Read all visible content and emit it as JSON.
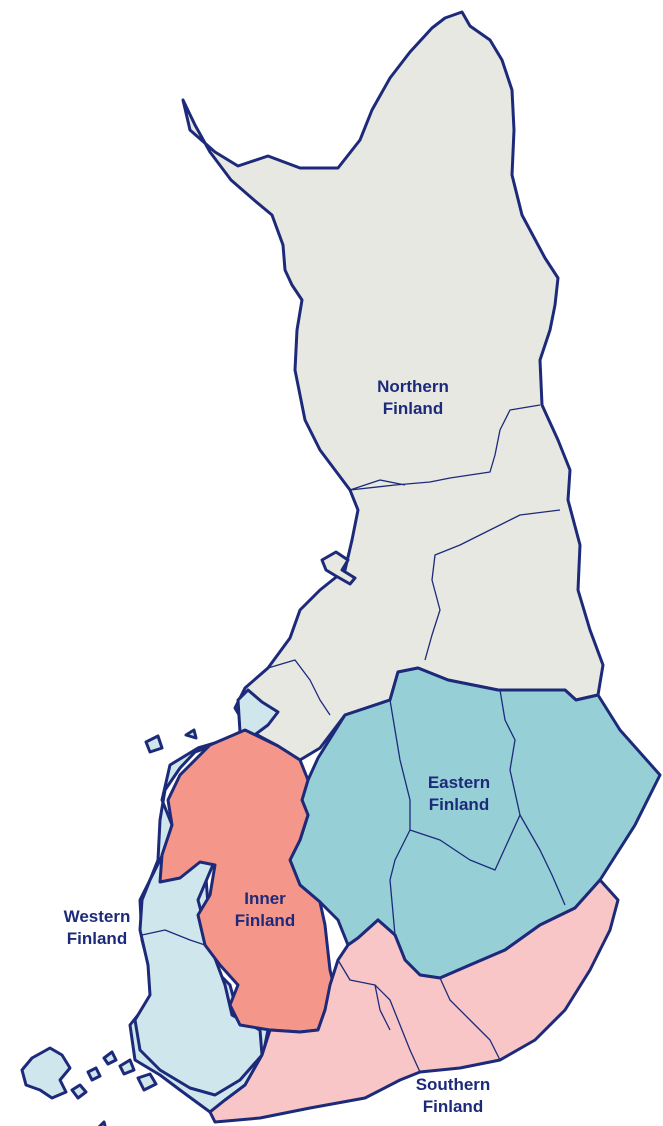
{
  "colors": {
    "outline": "#1d2a7a",
    "northern": "#e8e8e2",
    "eastern": "#96cfd6",
    "western": "#cfe7ec",
    "inner": "#f4978a",
    "southern": "#f8c6c6"
  },
  "regions": [
    {
      "id": "northern",
      "line1": "Northern",
      "line2": "Finland"
    },
    {
      "id": "eastern",
      "line1": "Eastern",
      "line2": "Finland"
    },
    {
      "id": "western",
      "line1": "Western",
      "line2": "Finland"
    },
    {
      "id": "inner",
      "line1": "Inner",
      "line2": "Finland"
    },
    {
      "id": "southern",
      "line1": "Southern",
      "line2": "Finland"
    }
  ]
}
